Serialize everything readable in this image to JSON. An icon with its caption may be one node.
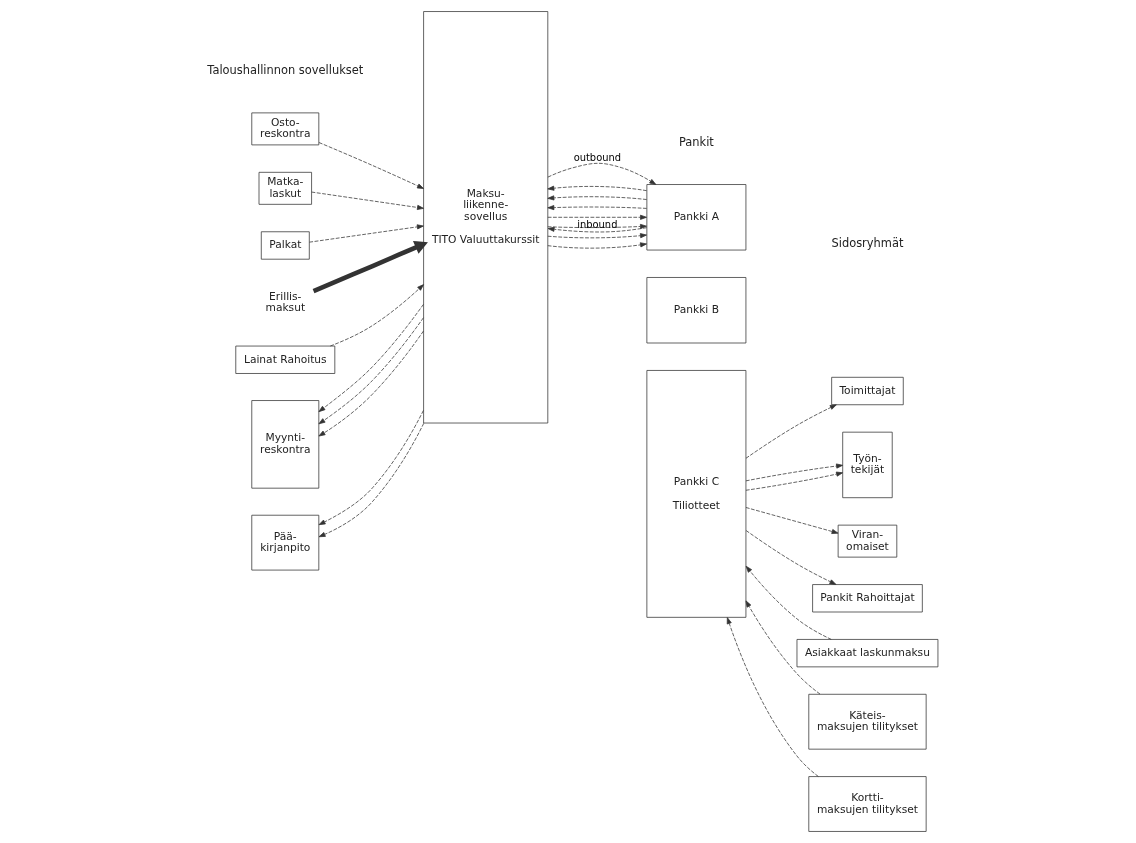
{
  "diagram": {
    "nodes": [
      {
        "text": [
          "Osto-reskontra"
        ]
      },
      {
        "text": [
          "Matka-laskut"
        ]
      },
      {
        "text": [
          "Palkat"
        ]
      },
      {
        "text": [
          "Erillis-maksut"
        ]
      },
      {
        "text": [
          "Lainat Rahoitus"
        ]
      },
      {
        "text": [
          "Myynti-reskontra"
        ]
      },
      {
        "text": [
          "Pää-kirjanpito"
        ]
      },
      {
        "text": [
          "Maksu-liikenne-sovellus",
          "TITO Valuuttakurssit"
        ]
      },
      {
        "text": [
          "Pankki A"
        ]
      },
      {
        "text": [
          "Pankki B"
        ]
      },
      {
        "text": [
          "Pankki C",
          "Tiliotteet"
        ]
      },
      {
        "text": [
          "Toimittajat"
        ]
      },
      {
        "text": [
          "Työn-tekijät"
        ]
      },
      {
        "text": [
          "Viran-omaiset"
        ]
      },
      {
        "text": [
          "Pankit Rahoittajat"
        ]
      },
      {
        "text": [
          "Asiakkaat laskunmaksu"
        ]
      },
      {
        "text": [
          "Käteis-maksujen tilitykset"
        ]
      },
      {
        "text": [
          "Kortti-maksujen tilitykset"
        ]
      }
    ],
    "edges": [
      {
        "from": 0,
        "to": 7,
        "arrow": "to",
        "style": "dashed"
      },
      {
        "from": 1,
        "to": 7,
        "arrow": "to",
        "style": "dashed"
      },
      {
        "from": 2,
        "to": 7,
        "arrow": "to",
        "style": "dashed"
      },
      {
        "from": 3,
        "to": 7,
        "arrow": "to",
        "style": "thick"
      },
      {
        "from": 4,
        "to": 7,
        "arrow": "to",
        "style": "dashed"
      },
      {
        "from": 7,
        "to": 5,
        "arrow": "to",
        "style": "dashed"
      },
      {
        "from": 7,
        "to": 5,
        "arrow": "to",
        "style": "dashed"
      },
      {
        "from": 7,
        "to": 5,
        "arrow": "to",
        "style": "dashed"
      },
      {
        "from": 7,
        "to": 6,
        "arrow": "to",
        "style": "dashed"
      },
      {
        "from": 7,
        "to": 6,
        "arrow": "to",
        "style": "dashed"
      },
      {
        "from": 7,
        "to": 8,
        "arrow": "to",
        "label": "outbound",
        "style": "dashed"
      },
      {
        "from": 7,
        "to": 8,
        "arrow": "to",
        "style": "dashed"
      },
      {
        "from": 7,
        "to": 8,
        "arrow": "to",
        "style": "dashed"
      },
      {
        "from": 7,
        "to": 8,
        "arrow": "to",
        "style": "dashed"
      },
      {
        "from": 7,
        "to": 8,
        "arrow": "to",
        "style": "dashed"
      },
      {
        "from": 8,
        "to": 7,
        "arrow": "to",
        "label": "inbound",
        "style": "dashed"
      },
      {
        "from": 8,
        "to": 7,
        "arrow": "to",
        "style": "dashed"
      },
      {
        "from": 8,
        "to": 7,
        "arrow": "to",
        "style": "dashed"
      },
      {
        "from": 8,
        "to": 7,
        "arrow": "to",
        "style": "dashed"
      },
      {
        "from": 10,
        "to": 11,
        "arrow": "to",
        "style": "dashed"
      },
      {
        "from": 10,
        "to": 12,
        "arrow": "to",
        "style": "dashed"
      },
      {
        "from": 10,
        "to": 12,
        "arrow": "to",
        "style": "dashed"
      },
      {
        "from": 10,
        "to": 13,
        "arrow": "to",
        "style": "dashed"
      },
      {
        "from": 10,
        "to": 14,
        "arrow": "to",
        "style": "dashed"
      },
      {
        "from": 15,
        "to": 10,
        "arrow": "to",
        "style": "dashed"
      },
      {
        "from": 16,
        "to": 10,
        "arrow": "to",
        "style": "dashed"
      },
      {
        "from": 17,
        "to": 10,
        "arrow": "to",
        "style": "dashed"
      }
    ],
    "labels": [
      "Taloushallinnon sovellukset",
      "Pankit",
      "Sidosryhmät"
    ]
  }
}
